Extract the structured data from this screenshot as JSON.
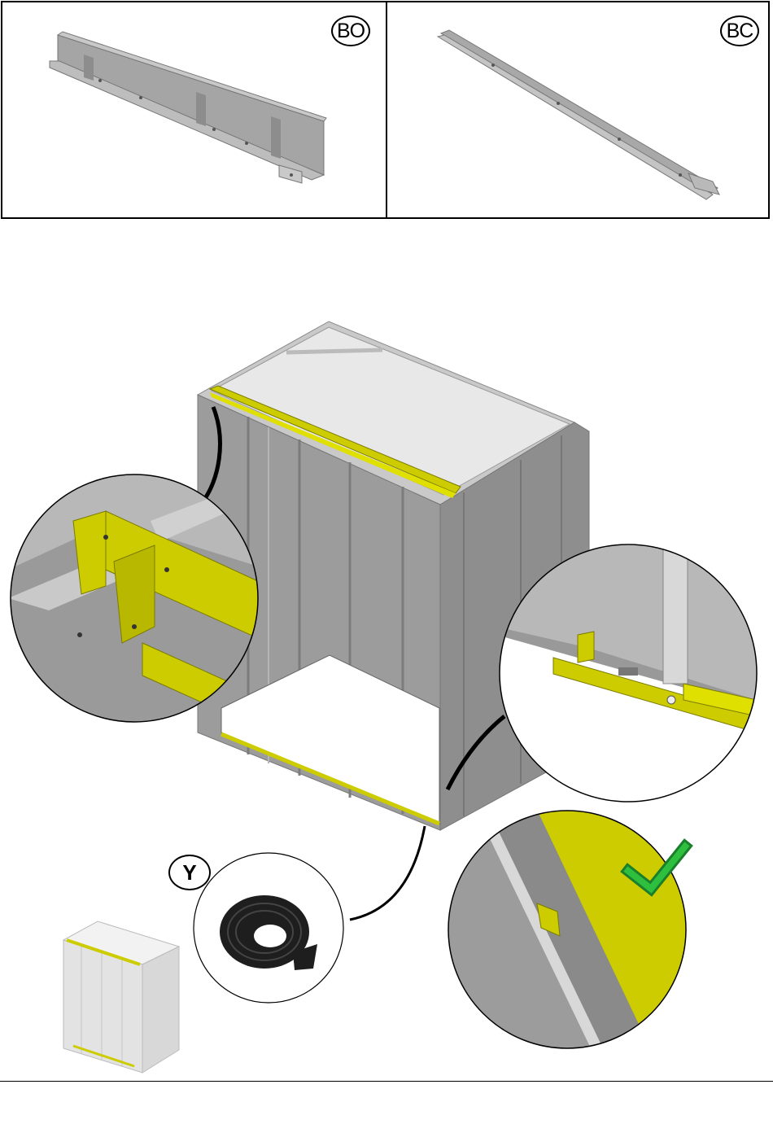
{
  "parts": [
    {
      "code": "BO",
      "description": "long-reinforcement-beam"
    },
    {
      "code": "BC",
      "description": "long-bracket-rail"
    }
  ],
  "callout": {
    "code": "Y"
  },
  "icons": {
    "check": "checkmark-icon",
    "tape_roll": "tape-roll-icon"
  },
  "colors": {
    "highlight": "#cccc00",
    "panel_gray": "#9a9a9a",
    "check_green": "#22aa33",
    "outline": "#000000"
  }
}
